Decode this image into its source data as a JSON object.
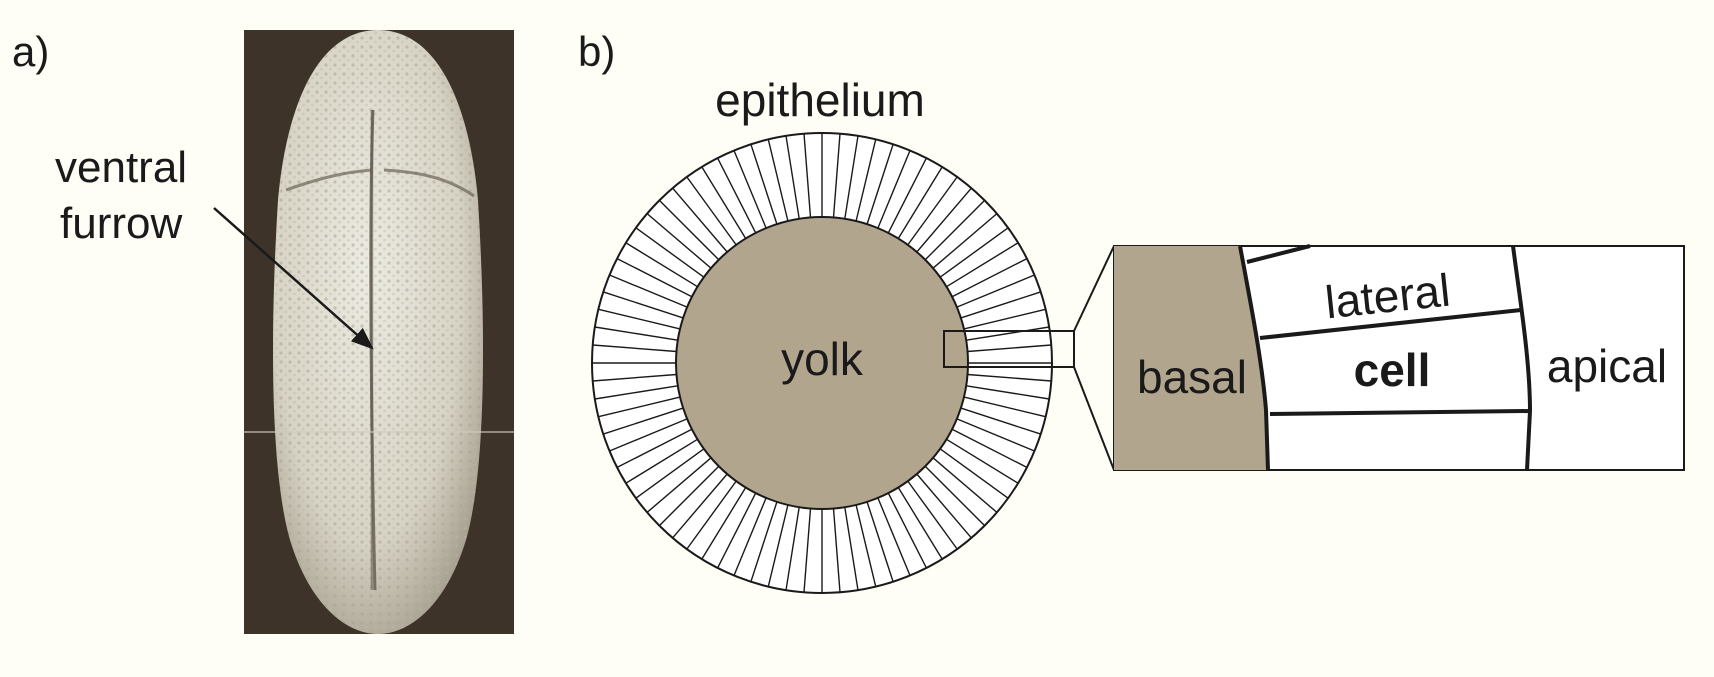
{
  "panel_a": {
    "label": "a)",
    "annotation_line1": "ventral",
    "annotation_line2": "furrow"
  },
  "panel_b": {
    "label": "b)",
    "ring_label": "epithelium",
    "core_label": "yolk",
    "cell_count": 80,
    "inset": {
      "left_label": "basal",
      "top_label": "lateral",
      "center_label": "cell",
      "right_label": "apical"
    }
  },
  "colors": {
    "background": "#fefef6",
    "yolk": "#b1a58d",
    "photo_dark": "#3d3328",
    "embryo_light": "#e4e0d2",
    "line": "#1a1a1a"
  }
}
